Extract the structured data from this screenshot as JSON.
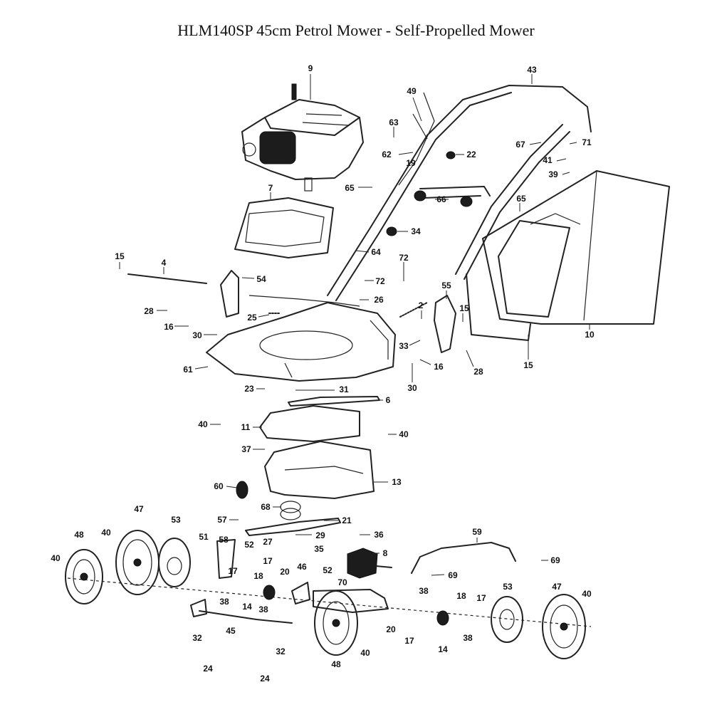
{
  "title": "HLM140SP 45cm Petrol Mower - Self-Propelled Mower",
  "callouts": [
    {
      "id": "c9",
      "text": "9"
    },
    {
      "id": "c43",
      "text": "43"
    },
    {
      "id": "c49",
      "text": "49"
    },
    {
      "id": "c63",
      "text": "63"
    },
    {
      "id": "c71",
      "text": "71"
    },
    {
      "id": "c67",
      "text": "67"
    },
    {
      "id": "c62",
      "text": "62"
    },
    {
      "id": "c19",
      "text": "19"
    },
    {
      "id": "c22",
      "text": "22"
    },
    {
      "id": "c41",
      "text": "41"
    },
    {
      "id": "c39",
      "text": "39"
    },
    {
      "id": "c65a",
      "text": "65"
    },
    {
      "id": "c66",
      "text": "66"
    },
    {
      "id": "c65b",
      "text": "65"
    },
    {
      "id": "c7",
      "text": "7"
    },
    {
      "id": "c34",
      "text": "34"
    },
    {
      "id": "c64",
      "text": "64"
    },
    {
      "id": "c72a",
      "text": "72"
    },
    {
      "id": "c15a",
      "text": "15"
    },
    {
      "id": "c4",
      "text": "4"
    },
    {
      "id": "c54",
      "text": "54"
    },
    {
      "id": "c72b",
      "text": "72"
    },
    {
      "id": "c26",
      "text": "26"
    },
    {
      "id": "c55",
      "text": "55"
    },
    {
      "id": "c2",
      "text": "2"
    },
    {
      "id": "c15b",
      "text": "15"
    },
    {
      "id": "c28a",
      "text": "28"
    },
    {
      "id": "c25",
      "text": "25"
    },
    {
      "id": "c16a",
      "text": "16"
    },
    {
      "id": "c30a",
      "text": "30"
    },
    {
      "id": "c10",
      "text": "10"
    },
    {
      "id": "c33",
      "text": "33"
    },
    {
      "id": "c28b",
      "text": "28"
    },
    {
      "id": "c16b",
      "text": "16"
    },
    {
      "id": "c15c",
      "text": "15"
    },
    {
      "id": "c61",
      "text": "61"
    },
    {
      "id": "c30b",
      "text": "30"
    },
    {
      "id": "c23",
      "text": "23"
    },
    {
      "id": "c31",
      "text": "31"
    },
    {
      "id": "c6",
      "text": "6"
    },
    {
      "id": "c40a",
      "text": "40"
    },
    {
      "id": "c11",
      "text": "11"
    },
    {
      "id": "c40b",
      "text": "40"
    },
    {
      "id": "c37",
      "text": "37"
    },
    {
      "id": "c13",
      "text": "13"
    },
    {
      "id": "c60",
      "text": "60"
    },
    {
      "id": "c68",
      "text": "68"
    },
    {
      "id": "c21",
      "text": "21"
    },
    {
      "id": "c47a",
      "text": "47"
    },
    {
      "id": "c53a",
      "text": "53"
    },
    {
      "id": "c57",
      "text": "57"
    },
    {
      "id": "c29",
      "text": "29"
    },
    {
      "id": "c36",
      "text": "36"
    },
    {
      "id": "c59",
      "text": "59"
    },
    {
      "id": "c48a",
      "text": "48"
    },
    {
      "id": "c40c",
      "text": "40"
    },
    {
      "id": "c51",
      "text": "51"
    },
    {
      "id": "c58",
      "text": "58"
    },
    {
      "id": "c52a",
      "text": "52"
    },
    {
      "id": "c27",
      "text": "27"
    },
    {
      "id": "c35",
      "text": "35"
    },
    {
      "id": "c8",
      "text": "8"
    },
    {
      "id": "c69a",
      "text": "69"
    },
    {
      "id": "c40d",
      "text": "40"
    },
    {
      "id": "c17a",
      "text": "17"
    },
    {
      "id": "c18a",
      "text": "18"
    },
    {
      "id": "c17b",
      "text": "17"
    },
    {
      "id": "c20a",
      "text": "20"
    },
    {
      "id": "c46",
      "text": "46"
    },
    {
      "id": "c52b",
      "text": "52"
    },
    {
      "id": "c70",
      "text": "70"
    },
    {
      "id": "c69b",
      "text": "69"
    },
    {
      "id": "c14a",
      "text": "14"
    },
    {
      "id": "c38a",
      "text": "38"
    },
    {
      "id": "c38b",
      "text": "38"
    },
    {
      "id": "c38c",
      "text": "38"
    },
    {
      "id": "c18b",
      "text": "18"
    },
    {
      "id": "c17c",
      "text": "17"
    },
    {
      "id": "c53b",
      "text": "53"
    },
    {
      "id": "c47b",
      "text": "47"
    },
    {
      "id": "c40e",
      "text": "40"
    },
    {
      "id": "c20b",
      "text": "20"
    },
    {
      "id": "c17d",
      "text": "17"
    },
    {
      "id": "c14b",
      "text": "14"
    },
    {
      "id": "c38d",
      "text": "38"
    },
    {
      "id": "c32a",
      "text": "32"
    },
    {
      "id": "c45",
      "text": "45"
    },
    {
      "id": "c32b",
      "text": "32"
    },
    {
      "id": "c48b",
      "text": "48"
    },
    {
      "id": "c40f",
      "text": "40"
    },
    {
      "id": "c24a",
      "text": "24"
    },
    {
      "id": "c24b",
      "text": "24"
    }
  ]
}
